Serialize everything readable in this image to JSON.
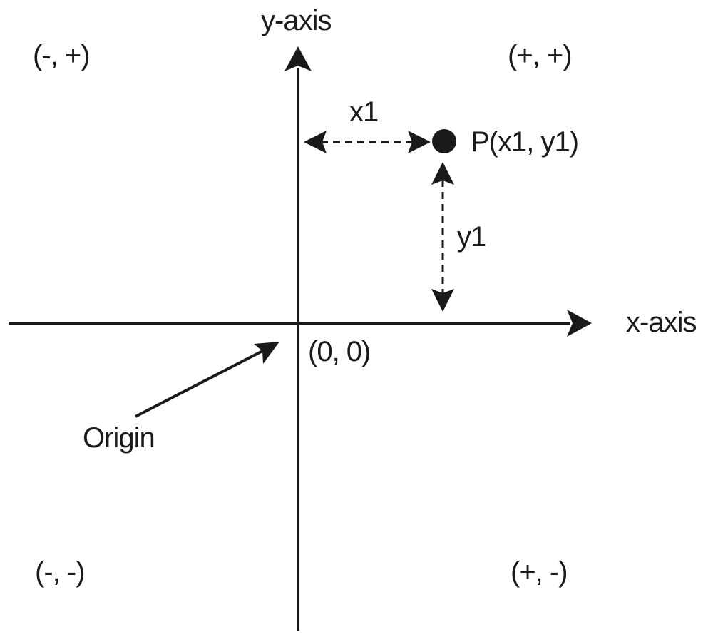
{
  "colors": {
    "ink": "#1a1a1a",
    "background": "#ffffff"
  },
  "axes": {
    "y_label": "y-axis",
    "x_label": "x-axis",
    "origin_coords": "(0, 0)"
  },
  "quadrants": {
    "top_left": "(-, +)",
    "top_right": "(+, +)",
    "bottom_left": "(-, -)",
    "bottom_right": "(+, -)"
  },
  "point": {
    "label": "P(x1, y1)",
    "x_distance_label": "x1",
    "y_distance_label": "y1"
  },
  "origin_callout": "Origin"
}
